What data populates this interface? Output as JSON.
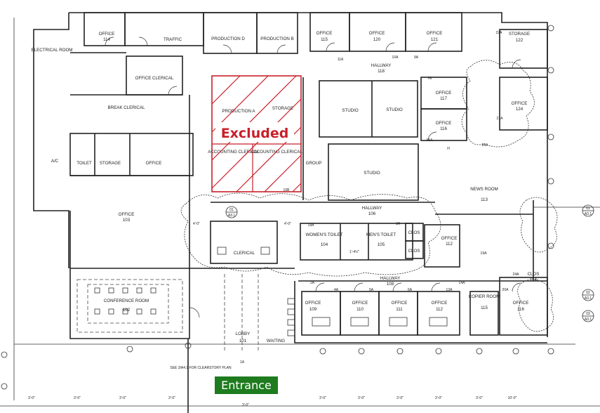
{
  "rooms": [
    {
      "name": "OFFICE",
      "num": "114"
    },
    {
      "name": "TRAFFIC",
      "num": ""
    },
    {
      "name": "PRODUCTION D",
      "num": ""
    },
    {
      "name": "PRODUCTION B",
      "num": ""
    },
    {
      "name": "OFFICE",
      "num": "115"
    },
    {
      "name": "OFFICE",
      "num": "120"
    },
    {
      "name": "OFFICE",
      "num": "121"
    },
    {
      "name": "STORAGE",
      "num": "122"
    },
    {
      "name": "ELECTRICAL ROOM",
      "num": ""
    },
    {
      "name": "OFFICE CLERICAL",
      "num": ""
    },
    {
      "name": "HALLWAY",
      "num": "118"
    },
    {
      "name": "BREAK CLERICAL",
      "num": ""
    },
    {
      "name": "PRODUCTION A",
      "num": ""
    },
    {
      "name": "STORAGE",
      "num": ""
    },
    {
      "name": "STUDIO",
      "num": ""
    },
    {
      "name": "STUDIO",
      "num": ""
    },
    {
      "name": "OFFICE",
      "num": "117"
    },
    {
      "name": "OFFICE",
      "num": "116"
    },
    {
      "name": "OFFICE",
      "num": "124"
    },
    {
      "name": "A/C",
      "num": ""
    },
    {
      "name": "TOILET",
      "num": ""
    },
    {
      "name": "STORAGE",
      "num": ""
    },
    {
      "name": "OFFICE",
      "num": ""
    },
    {
      "name": "ACCOUNTING CLERICAL",
      "num": ""
    },
    {
      "name": "ACCOUNTING CLERICAL",
      "num": ""
    },
    {
      "name": "GROUP",
      "num": ""
    },
    {
      "name": "STUDIO",
      "num": ""
    },
    {
      "name": "NEWS ROOM",
      "num": "113"
    },
    {
      "name": "OFFICE",
      "num": "103"
    },
    {
      "name": "HALLWAY",
      "num": "106"
    },
    {
      "name": "WOMEN'S TOILET",
      "num": "104"
    },
    {
      "name": "MEN'S TOILET",
      "num": "105"
    },
    {
      "name": "CLOS",
      "num": ""
    },
    {
      "name": "CLOS",
      "num": ""
    },
    {
      "name": "OFFICE",
      "num": "112"
    },
    {
      "name": "CLERICAL",
      "num": ""
    },
    {
      "name": "HALLWAY",
      "num": "108"
    },
    {
      "name": "CLOS",
      "num": "114"
    },
    {
      "name": "CONFERENCE ROOM",
      "num": "102"
    },
    {
      "name": "OFFICE",
      "num": "109"
    },
    {
      "name": "OFFICE",
      "num": "110"
    },
    {
      "name": "OFFICE",
      "num": "111"
    },
    {
      "name": "OFFICE",
      "num": "112"
    },
    {
      "name": "COPIER ROOM",
      "num": "115"
    },
    {
      "name": "OFFICE",
      "num": "116"
    },
    {
      "name": "LOBBY",
      "num": "101"
    },
    {
      "name": "WAITING",
      "num": ""
    }
  ],
  "tags": [
    "22A",
    "11A",
    "10A",
    "9A",
    "7A",
    "21A",
    "26A",
    "15A",
    "18A",
    "3A",
    "2A",
    "4A",
    "5A",
    "6A",
    "13A",
    "14A",
    "24A",
    "20A",
    "19A",
    "H",
    "10B",
    "1A"
  ],
  "dims": [
    "4'-0\"",
    "4'-0\"",
    "1'-4½\"",
    "3'-0\"",
    "3'-0\"",
    "3'-0\"",
    "3'-0\"",
    "3'-0\"",
    "3'-0\"",
    "3'-0\"",
    "3'-0\"",
    "3'-0\"",
    "3'-0\"",
    "10'-0\""
  ],
  "section_marks": [
    {
      "top": "01",
      "bottom": "A3.1"
    },
    {
      "top": "02",
      "bottom": "A3.1"
    },
    {
      "top": "03",
      "bottom": "A3.1"
    },
    {
      "top": "01",
      "bottom": "A3.1"
    }
  ],
  "note": "SEE 3/A4.1 FOR CLEARSTORY PLAN",
  "excluded_label": "Excluded",
  "entrance_label": "Entrance",
  "colors": {
    "excluded": "#c8202a",
    "entrance_bg": "#1e7b1e",
    "line": "#222222"
  }
}
